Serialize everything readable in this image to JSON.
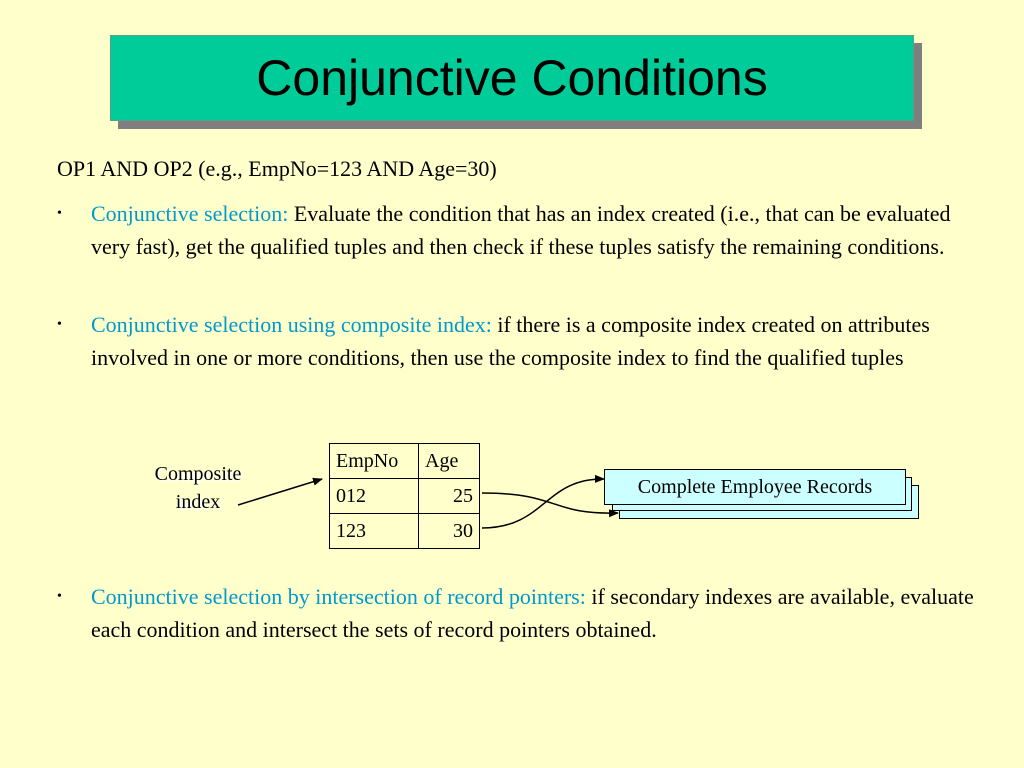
{
  "slide": {
    "title": "Conjunctive Conditions",
    "intro": "OP1 AND OP2 (e.g., EmpNo=123 AND Age=30)",
    "bullets": [
      {
        "term": "Conjunctive selection:",
        "text": " Evaluate the condition that has an index created (i.e., that can be evaluated very fast), get the qualified tuples and then check if these tuples satisfy the remaining conditions."
      },
      {
        "term": "Conjunctive selection using composite index:",
        "text": " if there is a composite index created on attributes involved in one or more conditions, then use the composite index to find the qualified tuples"
      },
      {
        "term": "Conjunctive selection by intersection of record pointers:",
        "text": " if secondary indexes are available, evaluate each condition and intersect the sets of record pointers obtained."
      }
    ],
    "bullet_symbol": "•"
  },
  "diagram": {
    "composite_label_line1": "Composite",
    "composite_label_line2": "index",
    "table": {
      "headers": [
        "EmpNo",
        "Age"
      ],
      "rows": [
        [
          "012",
          "25"
        ],
        [
          "123",
          "30"
        ]
      ]
    },
    "records_label": "Complete Employee Records"
  },
  "colors": {
    "background": "#ffffcc",
    "title_box": "#00cc99",
    "title_shadow": "#7f7f7f",
    "term_text": "#0099cc",
    "records_fill": "#ccffff"
  }
}
